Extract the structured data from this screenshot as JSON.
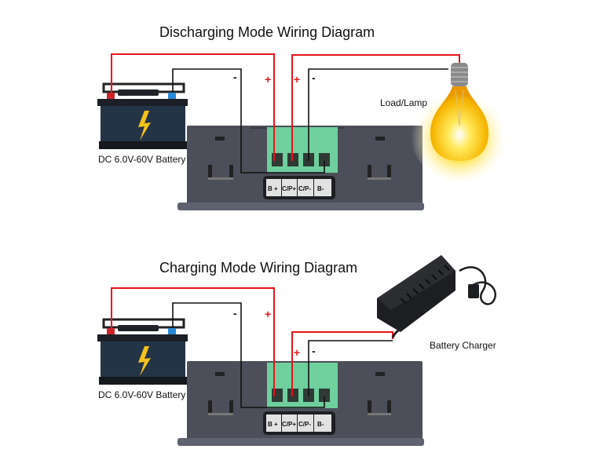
{
  "diagrams": [
    {
      "title": "Discharging Mode Wiring Diagram",
      "battery_label": "DC 6.0V-60V Battery",
      "device_label": "Load/Lamp",
      "terminals": [
        "B +",
        "C/P+",
        "C/P-",
        "B-"
      ],
      "signs": {
        "battery_neg": "-",
        "battery_pos": "+",
        "device_pos": "+",
        "device_neg": "-"
      }
    },
    {
      "title": "Charging Mode Wiring Diagram",
      "battery_label": "DC 6.0V-60V Battery",
      "device_label": "Battery Charger",
      "terminals": [
        "B +",
        "C/P+",
        "C/P-",
        "B-"
      ],
      "signs": {
        "battery_neg": "-",
        "battery_pos": "+",
        "device_pos": "+",
        "device_neg": "-"
      }
    }
  ],
  "colors": {
    "positive_wire": "#e8141b",
    "negative_wire": "#111111",
    "terminal_block": "#6fcf9d",
    "module_body": "#4a4d57"
  }
}
